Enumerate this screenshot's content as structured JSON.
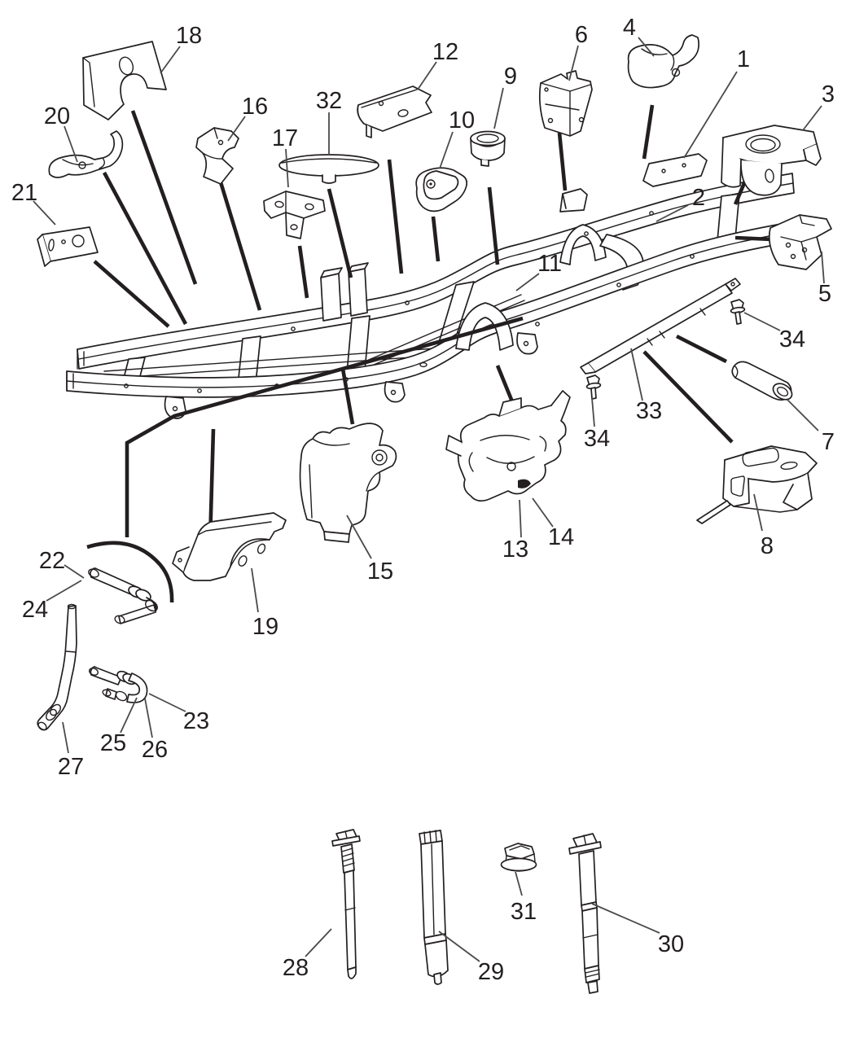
{
  "diagram": {
    "type": "exploded-parts-diagram",
    "colors": {
      "background": "#ffffff",
      "line": "#231f20",
      "leader": "#4a4a4a"
    },
    "callouts": [
      {
        "number": "18"
      },
      {
        "number": "20"
      },
      {
        "number": "21"
      },
      {
        "number": "16"
      },
      {
        "number": "17"
      },
      {
        "number": "32"
      },
      {
        "number": "12"
      },
      {
        "number": "10"
      },
      {
        "number": "9"
      },
      {
        "number": "6"
      },
      {
        "number": "4"
      },
      {
        "number": "1"
      },
      {
        "number": "3"
      },
      {
        "number": "2"
      },
      {
        "number": "5"
      },
      {
        "number": "11"
      },
      {
        "number": "34"
      },
      {
        "number": "33"
      },
      {
        "number": "34"
      },
      {
        "number": "7"
      },
      {
        "number": "8"
      },
      {
        "number": "13"
      },
      {
        "number": "14"
      },
      {
        "number": "15"
      },
      {
        "number": "19"
      },
      {
        "number": "22"
      },
      {
        "number": "24"
      },
      {
        "number": "23"
      },
      {
        "number": "25"
      },
      {
        "number": "26"
      },
      {
        "number": "27"
      },
      {
        "number": "28"
      },
      {
        "number": "29"
      },
      {
        "number": "31"
      },
      {
        "number": "30"
      }
    ]
  }
}
